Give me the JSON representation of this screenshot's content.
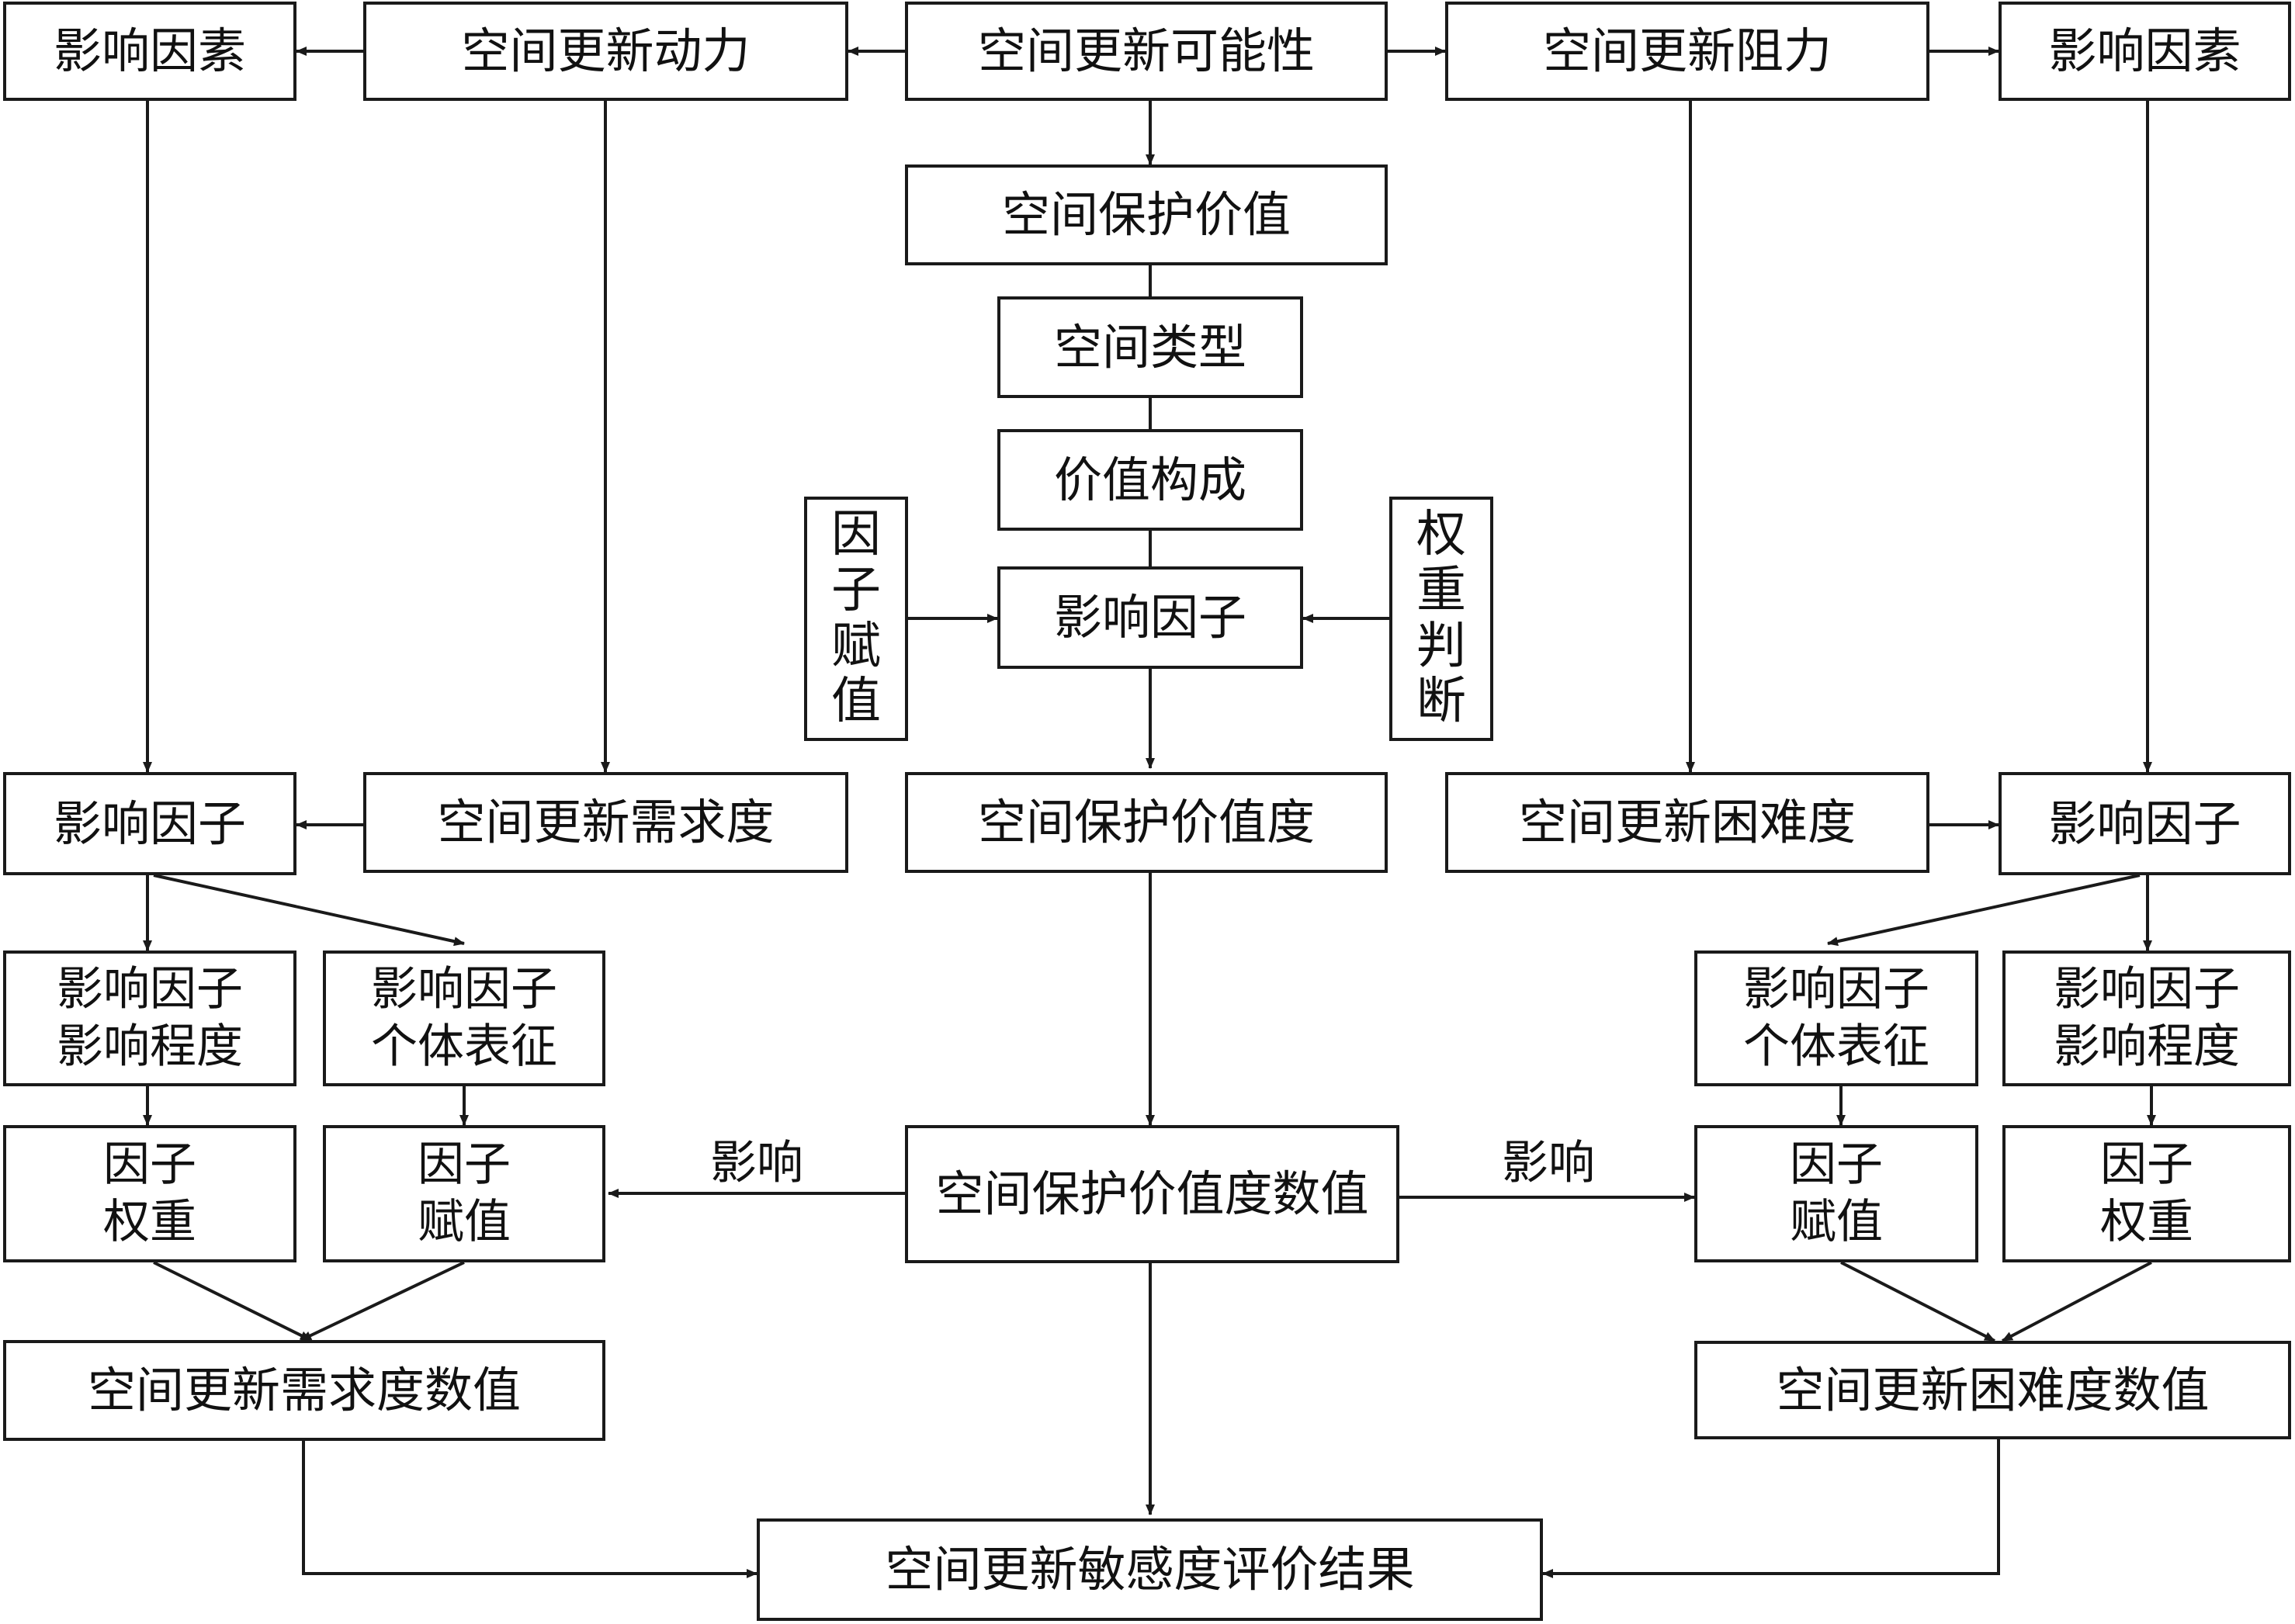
{
  "nodes": {
    "possibility": "空间更新可能性",
    "driving_force": "空间更新动力",
    "resistance": "空间更新阻力",
    "factors_left": "影响因素",
    "factors_right": "影响因素",
    "protection_value": "空间保护价值",
    "space_type": "空间类型",
    "value_composition": "价值构成",
    "influence_factor_center": "影响因子",
    "factor_assignment_vertical": "因\n子\n赋\n值",
    "weight_judgment_vertical": "权\n重\n判\n断",
    "influence_factor_left": "影响因子",
    "demand_degree": "空间更新需求度",
    "protection_value_degree": "空间保护价值度",
    "difficulty_degree": "空间更新困难度",
    "influence_factor_right": "影响因子",
    "left_influence_level": "影响因子\n影响程度",
    "left_individual_character": "影响因子\n个体表征",
    "right_individual_character": "影响因子\n个体表征",
    "right_influence_level": "影响因子\n影响程度",
    "left_factor_weight": "因子\n权重",
    "left_factor_assignment": "因子\n赋值",
    "protection_value_degree_number": "空间保护价值度数值",
    "right_factor_assignment": "因子\n赋值",
    "right_factor_weight": "因子\n权重",
    "demand_degree_number": "空间更新需求度数值",
    "difficulty_degree_number": "空间更新困难度数值",
    "sensitivity_result": "空间更新敏感度评价结果"
  },
  "edge_labels": {
    "influence_left": "影响",
    "influence_right": "影响"
  }
}
